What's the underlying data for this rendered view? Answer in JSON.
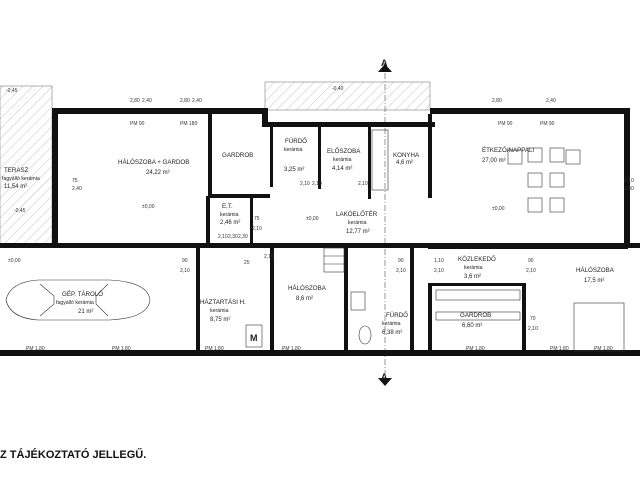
{
  "section_marks": [
    "A",
    "A"
  ],
  "level_marks": [
    "-0,45",
    "-0,40",
    "-0,45",
    "±0,00",
    "±0,00",
    "±0,00",
    "±0,00"
  ],
  "rooms": [
    {
      "name": "TERASZ",
      "finish": "fagyálló kerámia",
      "area": "11,54 m²"
    },
    {
      "name": "HÁLÓSZOBA + GARDOB",
      "finish": "",
      "area": "24,22 m²"
    },
    {
      "name": "GARDROB",
      "finish": "",
      "area": ""
    },
    {
      "name": "FÜRDŐ",
      "finish": "kerámia",
      "area": "3,25 m²"
    },
    {
      "name": "ELŐSZOBA",
      "finish": "kerámia",
      "area": "4,14 m²"
    },
    {
      "name": "KONYHA",
      "finish": "",
      "area": "4,6 m²"
    },
    {
      "name": "ÉTKEZŐ/NAPPALI",
      "finish": "",
      "area": "27,00 m²"
    },
    {
      "name": "E.T.",
      "finish": "kerámia",
      "area": "2,46 m²"
    },
    {
      "name": "LAKÓELŐTÉR",
      "finish": "kerámia",
      "area": "12,77 m²"
    },
    {
      "name": "GÉP. TÁROLÓ",
      "finish": "fagyálló kerámia",
      "area": "21 m²"
    },
    {
      "name": "HÁZTARTÁSI H.",
      "finish": "kerámia",
      "area": "8,75 m²"
    },
    {
      "name": "HÁLÓSZOBA",
      "finish": "",
      "area": "8,6 m²"
    },
    {
      "name": "FÜRDŐ",
      "finish": "kerámia",
      "area": "6,38 m²"
    },
    {
      "name": "KÖZLEKEDŐ",
      "finish": "kerámia",
      "area": "3,6 m²"
    },
    {
      "name": "GARDROB",
      "finish": "",
      "area": "6,60 m²"
    },
    {
      "name": "HÁLÓSZOBA",
      "finish": "",
      "area": "17,5 m²"
    }
  ],
  "openings": {
    "top_windows": [
      "PM 90",
      "PM 180",
      "PM 90",
      "PM 90"
    ],
    "bottom_windows": [
      "PM 1,80",
      "PM 1,80",
      "PM 1,80",
      "PM 1,80",
      "PM 1,80",
      "PM 1,80",
      "PM 1,80"
    ],
    "heights_top": [
      "2,80",
      "2,40",
      "2,80",
      "2,40",
      "2,80",
      "2,40"
    ],
    "door_dims": [
      "75",
      "2,40",
      "75",
      "2,10",
      "90",
      "2,10",
      "90",
      "2,10",
      "1,10",
      "2,10",
      "90",
      "2,10",
      "70",
      "2,10",
      "2,10",
      "2,40",
      "2,10",
      "2,10",
      "2,10",
      "2,10",
      "2,10",
      "2,30",
      "2,30",
      "25"
    ]
  },
  "appliance_label": "M",
  "footer_text": "Z TÁJÉKOZTATÓ JELLEGŰ."
}
